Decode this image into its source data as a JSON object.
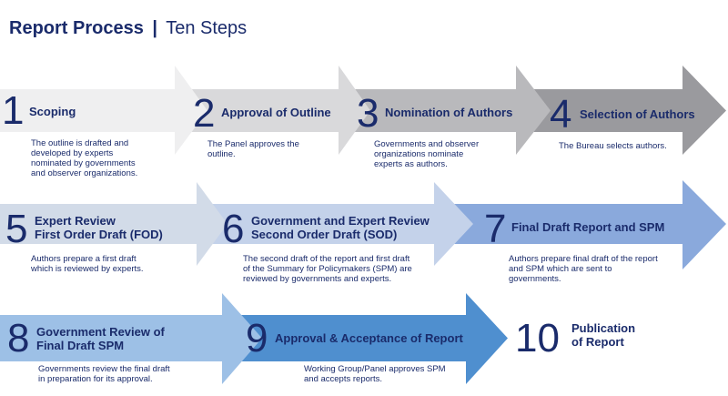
{
  "title": {
    "main": "Report Process",
    "separator": "|",
    "sub": "Ten Steps"
  },
  "colors": {
    "navy": "#1a2b6b",
    "step1": "#efeff0",
    "step2": "#d9d9db",
    "step3": "#b9b9bc",
    "step4": "#9a9a9e",
    "step5": "#d2dbe8",
    "step6": "#c4d2ea",
    "step7": "#8aa9dc",
    "step8": "#9dc0e6",
    "step9": "#4f8fcf"
  },
  "steps": [
    {
      "number": "1",
      "heading": [
        "Scoping"
      ],
      "description": [
        "The outline is drafted and",
        "developed by experts",
        "nominated by governments",
        "and observer organizations."
      ]
    },
    {
      "number": "2",
      "heading": [
        "Approval of Outline"
      ],
      "description": [
        "The Panel approves the",
        "outline."
      ]
    },
    {
      "number": "3",
      "heading": [
        "Nomination of Authors"
      ],
      "description": [
        "Governments and observer",
        "organizations nominate",
        "experts as authors."
      ]
    },
    {
      "number": "4",
      "heading": [
        "Selection of Authors"
      ],
      "description": [
        "The Bureau selects authors."
      ]
    },
    {
      "number": "5",
      "heading": [
        "Expert Review",
        "First Order Draft (FOD)"
      ],
      "description": [
        "Authors prepare a first draft",
        "which is reviewed by experts."
      ]
    },
    {
      "number": "6",
      "heading": [
        "Government and Expert Review",
        "Second Order Draft (SOD)"
      ],
      "description": [
        "The second draft of the report and first draft",
        "of the Summary for Policymakers (SPM) are",
        "reviewed by governments and experts."
      ]
    },
    {
      "number": "7",
      "heading": [
        "Final Draft Report and SPM"
      ],
      "description": [
        "Authors prepare final draft of the report",
        "and SPM which are sent to",
        "governments."
      ]
    },
    {
      "number": "8",
      "heading": [
        "Government Review of",
        "Final Draft SPM"
      ],
      "description": [
        "Governments review the final draft",
        "in preparation for its approval."
      ]
    },
    {
      "number": "9",
      "heading": [
        "Approval & Acceptance of Report"
      ],
      "description": [
        "Working Group/Panel approves SPM",
        "and accepts reports."
      ]
    },
    {
      "number": "10",
      "heading": [
        "Publication",
        "of Report"
      ],
      "description": []
    }
  ]
}
